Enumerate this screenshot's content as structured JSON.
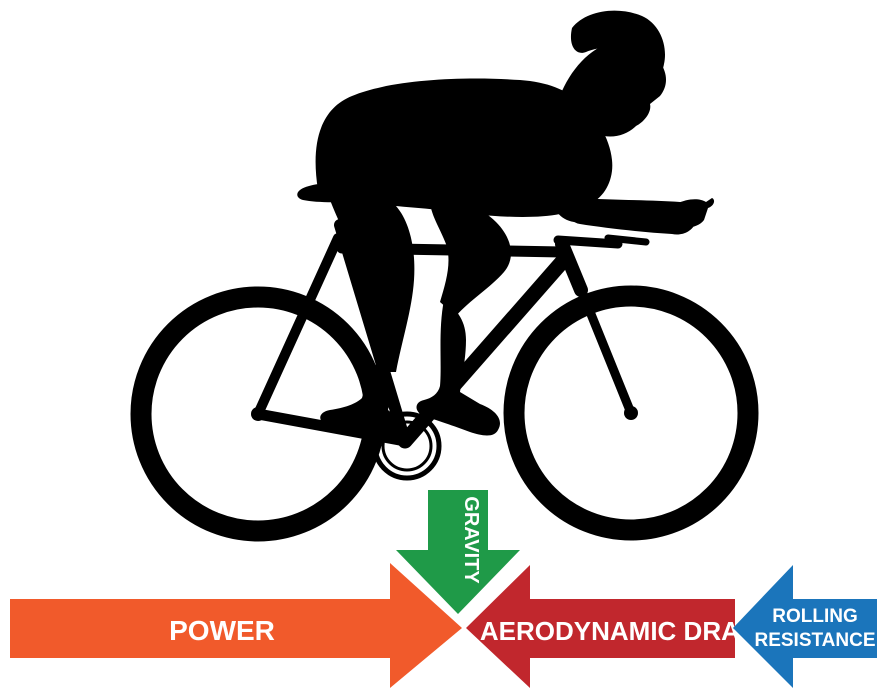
{
  "forces": {
    "power": {
      "label": "POWER",
      "color": "#f15a2b"
    },
    "gravity": {
      "label": "GRAVITY",
      "color": "#1f9a48"
    },
    "drag": {
      "label": "AERODYNAMIC DRAG",
      "color": "#c1272d"
    },
    "rolling": {
      "label_line1": "ROLLING",
      "label_line2": "RESISTANCE",
      "color": "#1b75bb"
    }
  },
  "silhouette_color": "#000000"
}
